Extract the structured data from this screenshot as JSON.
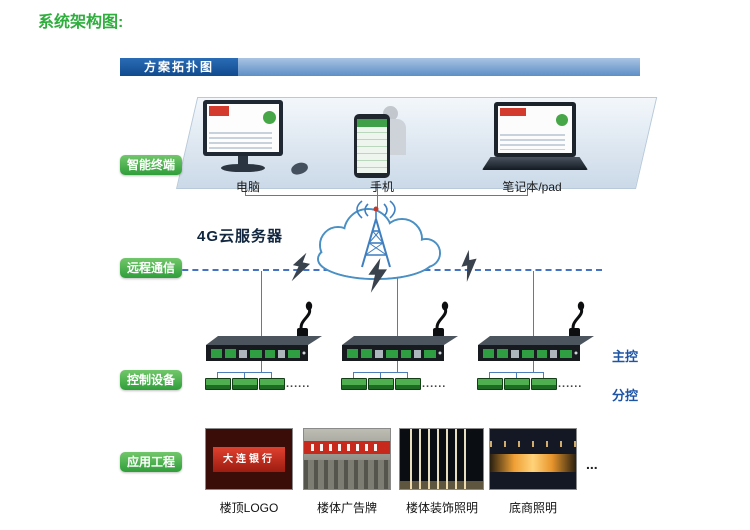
{
  "page": {
    "title": "系统架构图:"
  },
  "diagram": {
    "header": {
      "tab_label": "方案拓扑图"
    },
    "layer_labels": {
      "terminals": "智能终端",
      "communication": "远程通信",
      "controllers": "控制设备",
      "applications": "应用工程"
    },
    "terminals": [
      {
        "label": "电脑"
      },
      {
        "label": "手机"
      },
      {
        "label": "笔记本/pad"
      }
    ],
    "cloud": {
      "label": "4G云服务器"
    },
    "control": {
      "main_label": "主控",
      "sub_label": "分控",
      "module_dots": "......"
    },
    "applications": {
      "items": [
        {
          "label": "楼顶LOGO",
          "sign_text": "大连银行"
        },
        {
          "label": "楼体广告牌"
        },
        {
          "label": "楼体装饰照明"
        },
        {
          "label": "底商照明"
        }
      ],
      "more": "..."
    },
    "colors": {
      "accent_green": "#2fae3e",
      "header_blue": "#1a5fa8",
      "line_blue": "#4c7fba",
      "label_blue": "#1d55a6"
    }
  }
}
